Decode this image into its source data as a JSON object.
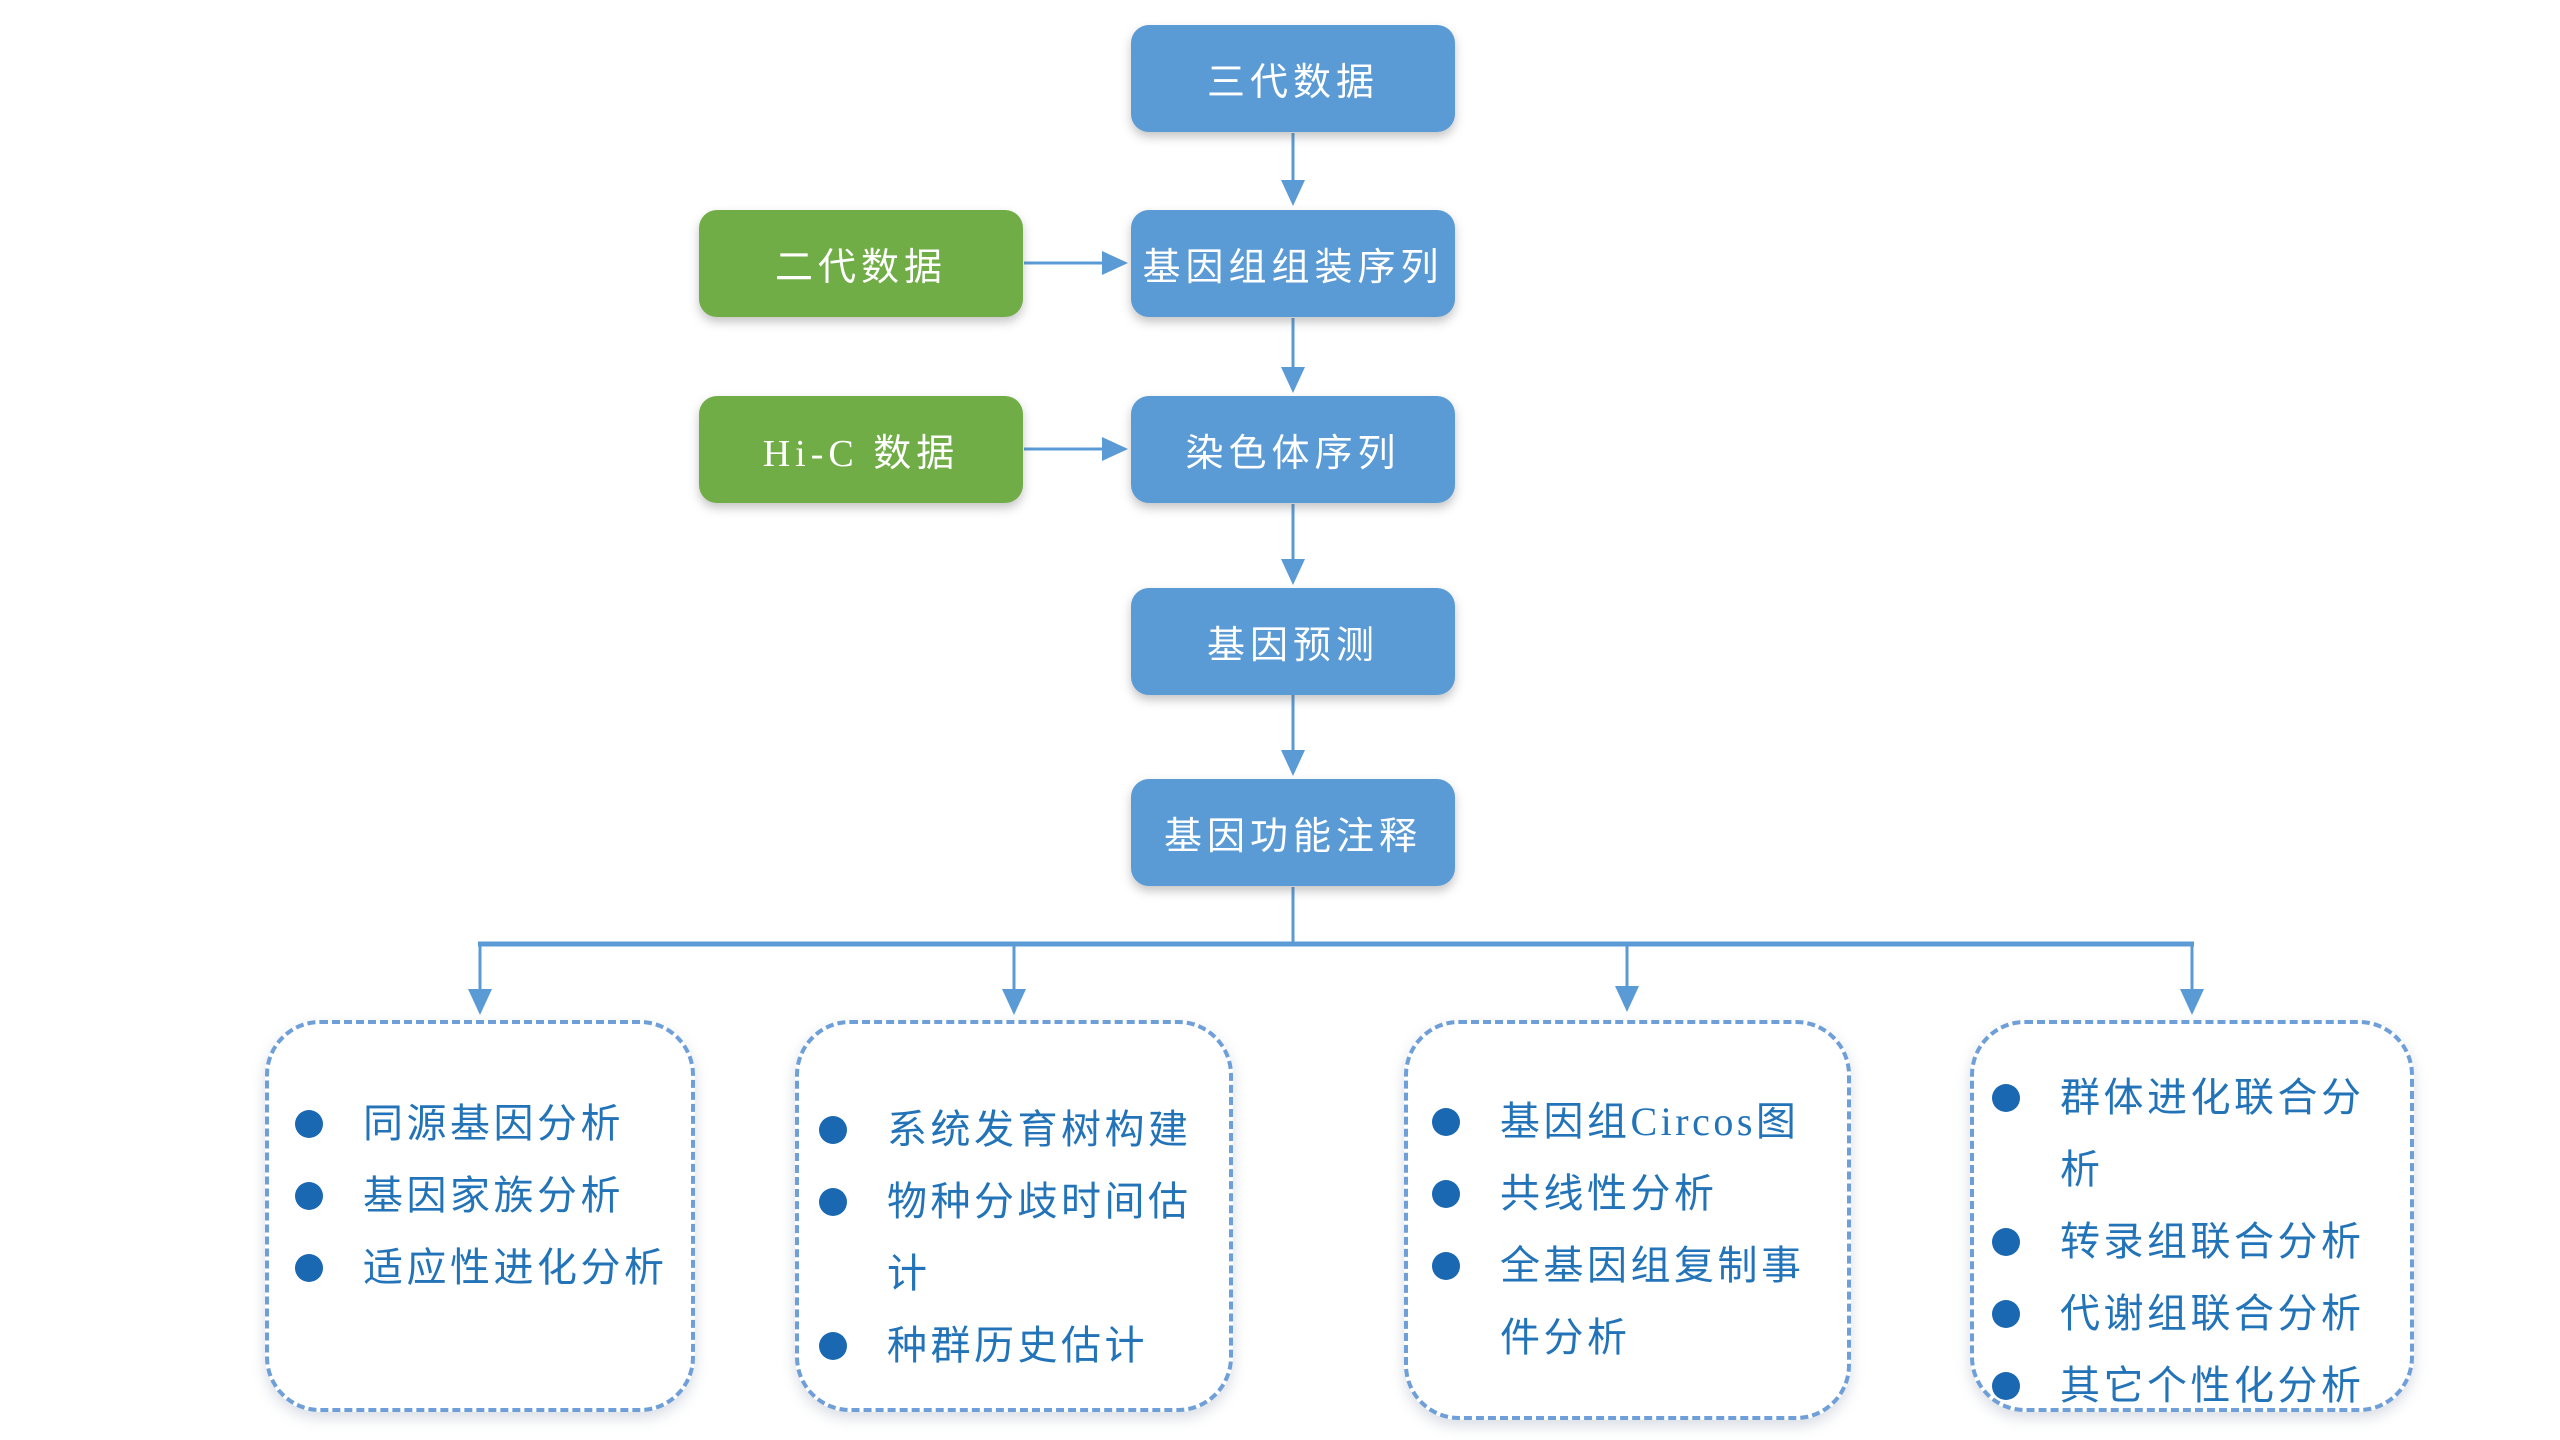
{
  "flow": {
    "nodes": [
      {
        "id": "gen3",
        "label": "三代数据",
        "style": "blue"
      },
      {
        "id": "gen2",
        "label": "二代数据",
        "style": "green"
      },
      {
        "id": "assembly",
        "label": "基因组组装序列",
        "style": "blue"
      },
      {
        "id": "hic",
        "label": "Hi-C 数据",
        "style": "green"
      },
      {
        "id": "chromosome",
        "label": "染色体序列",
        "style": "blue"
      },
      {
        "id": "prediction",
        "label": "基因预测",
        "style": "blue"
      },
      {
        "id": "annotation",
        "label": "基因功能注释",
        "style": "blue"
      }
    ],
    "edges": [
      {
        "from": "gen3",
        "to": "assembly"
      },
      {
        "from": "gen2",
        "to": "assembly"
      },
      {
        "from": "assembly",
        "to": "chromosome"
      },
      {
        "from": "hic",
        "to": "chromosome"
      },
      {
        "from": "chromosome",
        "to": "prediction"
      },
      {
        "from": "prediction",
        "to": "annotation"
      },
      {
        "from": "annotation",
        "to": "group-1"
      },
      {
        "from": "annotation",
        "to": "group-2"
      },
      {
        "from": "annotation",
        "to": "group-3"
      },
      {
        "from": "annotation",
        "to": "group-4"
      }
    ]
  },
  "groups": [
    {
      "items": [
        "同源基因分析",
        "基因家族分析",
        "适应性进化分析"
      ]
    },
    {
      "items": [
        "系统发育树构建",
        "物种分歧时间估计",
        "种群历史估计"
      ]
    },
    {
      "items": [
        "基因组Circos图",
        "共线性分析",
        "全基因组复制事件分析"
      ]
    },
    {
      "items": [
        "群体进化联合分析",
        "转录组联合分析",
        "代谢组联合分析",
        "其它个性化分析"
      ]
    }
  ],
  "colors": {
    "node_blue": "#5b9bd5",
    "node_green": "#70ad47",
    "node_text": "#ffffff",
    "connector": "#5b9bd5",
    "dashed_border": "#6f9fd8",
    "list_text": "#2273b8",
    "bullet": "#1a68b2"
  }
}
